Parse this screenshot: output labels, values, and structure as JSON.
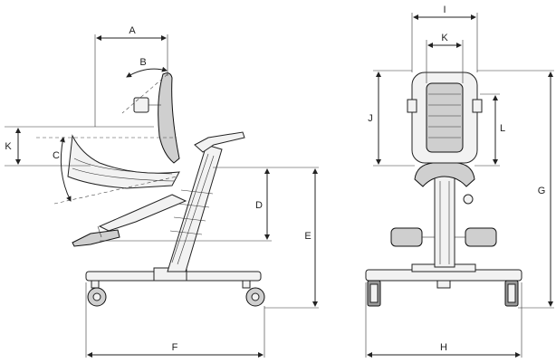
{
  "labels": {
    "A": "A",
    "B": "B",
    "C": "C",
    "D": "D",
    "E": "E",
    "F": "F",
    "G": "G",
    "H": "H",
    "I": "I",
    "J": "J",
    "K_side": "K",
    "K_front": "K",
    "L": "L"
  },
  "colors": {
    "line": "#222222",
    "fill": "#f2f2f2",
    "shade": "#cfcfcf"
  }
}
